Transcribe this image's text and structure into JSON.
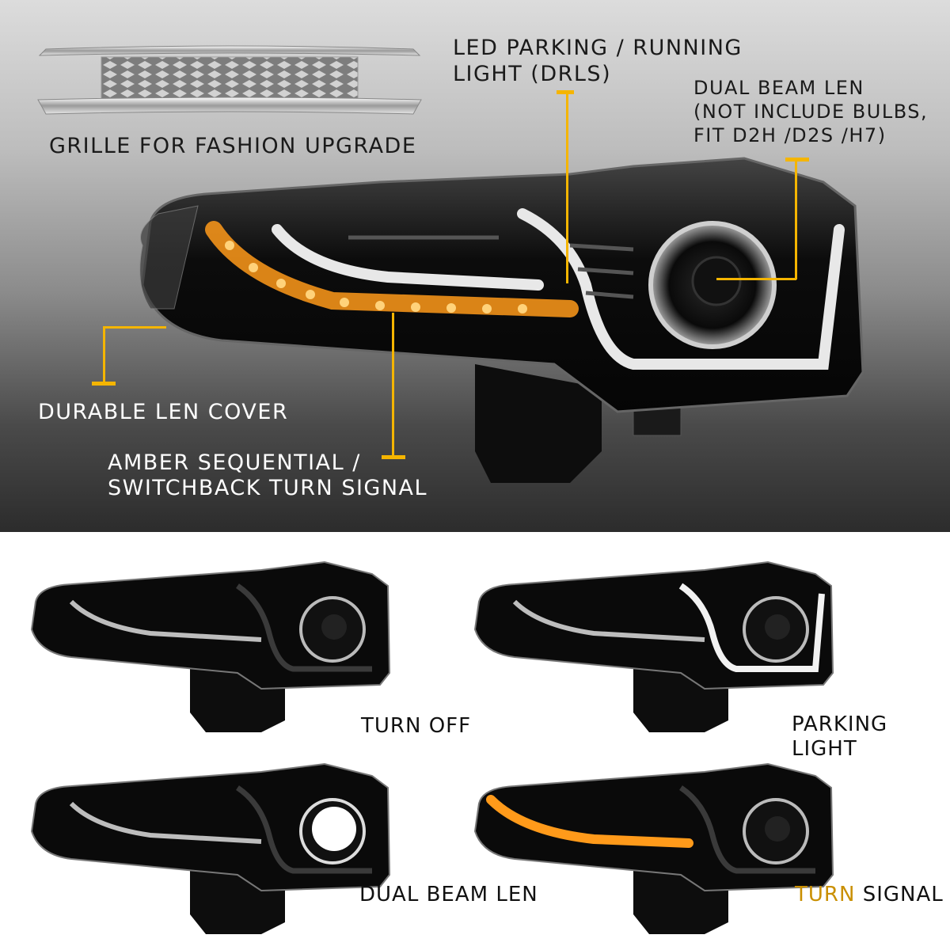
{
  "hero": {
    "grille_label": "GRILLE FOR FASHION UPGRADE",
    "drl_label_line1": "LED PARKING / RUNNING",
    "drl_label_line2": "LIGHT (DRLS)",
    "beam_label_line1": "DUAL BEAM LEN",
    "beam_label_line2": "(NOT INCLUDE BULBS,",
    "beam_label_line3": "FIT D2H /D2S /H7)",
    "cover_label": "DURABLE LEN COVER",
    "turn_label_line1": "AMBER SEQUENTIAL /",
    "turn_label_line2": "SWITCHBACK TURN SIGNAL"
  },
  "states": [
    {
      "label_line1": "TURN OFF",
      "label_line2": ""
    },
    {
      "label_line1": "PARKING",
      "label_line2": "LIGHT"
    },
    {
      "label_line1": "DUAL BEAM LEN",
      "label_line2": ""
    },
    {
      "label_line1": "TURN",
      "label_line2": "SIGNAL"
    }
  ],
  "colors": {
    "accent": "#f5b500",
    "amber_led": "#ff9a1a",
    "lamp_body": "#0b0b0b"
  }
}
